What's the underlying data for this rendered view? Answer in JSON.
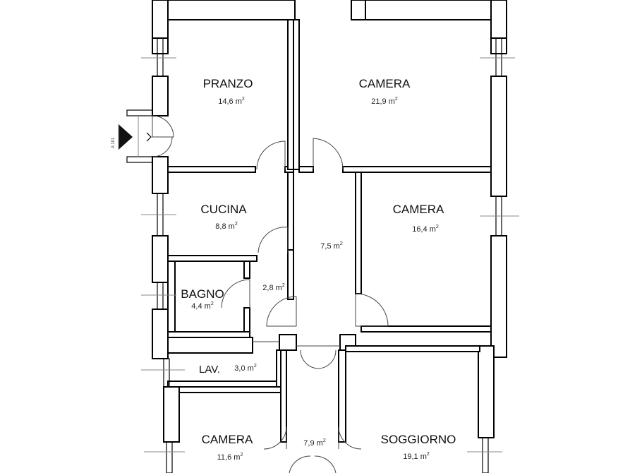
{
  "rooms": [
    {
      "name": "PRANZO",
      "area": "14,6",
      "unit": "m",
      "exp": "2"
    },
    {
      "name": "CAMERA",
      "area": "21,9",
      "unit": "m",
      "exp": "2"
    },
    {
      "name": "CUCINA",
      "area": "8,8",
      "unit": "m",
      "exp": "2"
    },
    {
      "name": "CAMERA",
      "area": "16,4",
      "unit": "m",
      "exp": "2"
    },
    {
      "name": "",
      "area": "7,5",
      "unit": "m",
      "exp": "2"
    },
    {
      "name": "BAGNO",
      "area": "4,4",
      "unit": "m",
      "exp": "2"
    },
    {
      "name": "",
      "area": "2,8",
      "unit": "m",
      "exp": "2"
    },
    {
      "name": "LAV.",
      "area": "3,0",
      "unit": "m",
      "exp": "2"
    },
    {
      "name": "CAMERA",
      "area": "11,6",
      "unit": "m",
      "exp": "2"
    },
    {
      "name": "",
      "area": "7,9",
      "unit": "m",
      "exp": "2"
    },
    {
      "name": "SOGGIORNO",
      "area": "19,1",
      "unit": "m",
      "exp": "2"
    }
  ],
  "section_marker": {
    "label": "A 101"
  }
}
